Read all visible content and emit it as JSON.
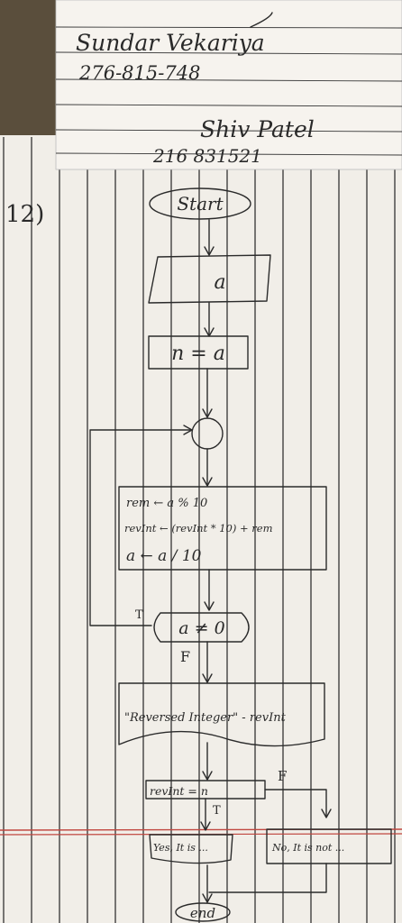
{
  "note_card": {
    "line1_name": "Sundar Vekariya",
    "line1_phone": "276-815-748",
    "line2_name": "Shiv Patel",
    "line2_phone": "216 831521"
  },
  "question_number": "12)",
  "flowchart": {
    "start": "Start",
    "input": "a",
    "assign_n": "n = a",
    "loop_body": [
      "rem ← a % 10",
      "revInt ← (revInt * 10) + rem",
      "a ← a / 10"
    ],
    "condition": "a ≠ 0",
    "true_label": "T",
    "false_label": "F",
    "output": "\"Reversed Integer\" - revInt",
    "compare": "revInt = n",
    "compare_true": "T",
    "compare_false": "F",
    "yes_output": "Yes, It is ...",
    "no_output": "No, It is not ...",
    "end": "end"
  },
  "colors": {
    "paper": "#f4f1ec",
    "ruling": "#2e2e2e",
    "ink": "#2b2b2b",
    "red_margin": "#c0463f",
    "background": "#5a4e3c"
  }
}
